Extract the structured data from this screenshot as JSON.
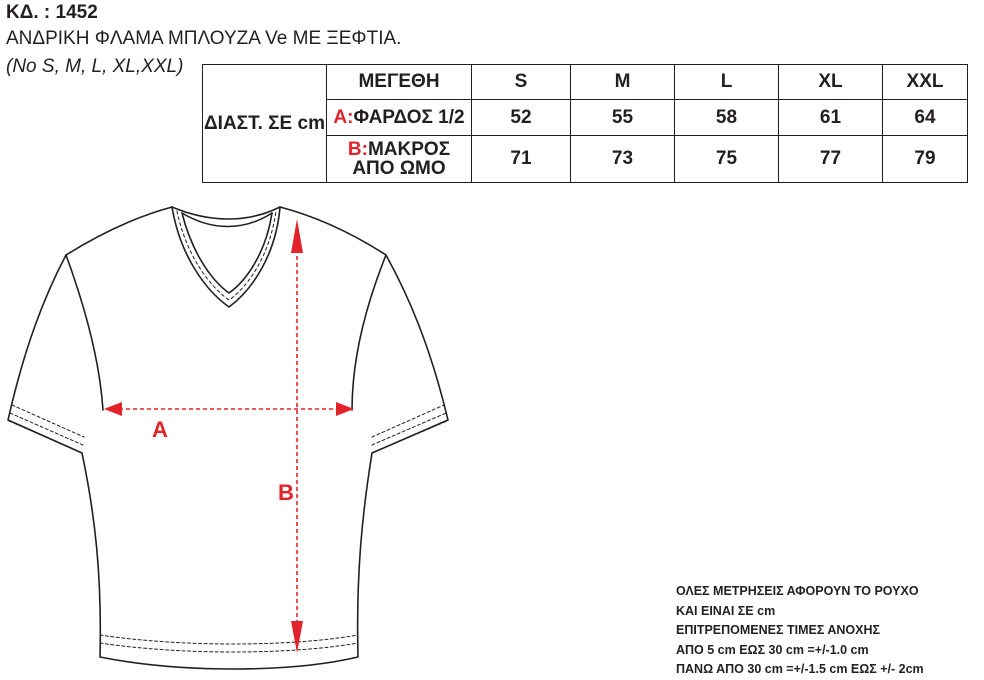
{
  "header": {
    "code": "ΚΔ. : 1452",
    "title": "ΑΝΔΡΙΚΗ ΦΛΑΜΑ ΜΠΛΟΥΖΑ Ve ΜΕ ΞΕΦΤΙΑ.",
    "sizes_note": "(No S, M, L, XL,XXL)"
  },
  "size_table": {
    "dimension_label": "ΔΙΑΣΤ. ΣΕ cm",
    "heading": "ΜΕΓΕΘΗ",
    "sizes": [
      "S",
      "M",
      "L",
      "XL",
      "XXL"
    ],
    "rows": [
      {
        "letter": "A:",
        "label": "ΦΑΡΔΟΣ 1/2",
        "values": [
          "52",
          "55",
          "58",
          "61",
          "64"
        ]
      },
      {
        "letter": "B:",
        "label": "ΜΑΚΡΟΣ ΑΠΟ ΩΜΟ",
        "values": [
          "71",
          "73",
          "75",
          "77",
          "79"
        ]
      }
    ]
  },
  "diagram": {
    "label_a": "A",
    "label_b": "B",
    "arrow_color": "#e2232a",
    "line_color": "#231f20"
  },
  "notes": [
    "ΟΛΕΣ ΜΕΤΡΗΣΕΙΣ ΑΦΟΡΟΥΝ ΤΟ ΡΟΥΧΟ",
    "ΚΑΙ ΕΙΝΑΙ ΣΕ cm",
    "ΕΠΙΤΡΕΠΟΜΕΝΕΣ ΤΙΜΕΣ ΑΝΟΧΗΣ",
    "ΑΠΟ 5 cm  ΕΩΣ 30 cm =+/-1.0 cm",
    "ΠΑΝΩ ΑΠΟ 30 cm =+/-1.5 cm ΕΩΣ +/- 2cm"
  ]
}
